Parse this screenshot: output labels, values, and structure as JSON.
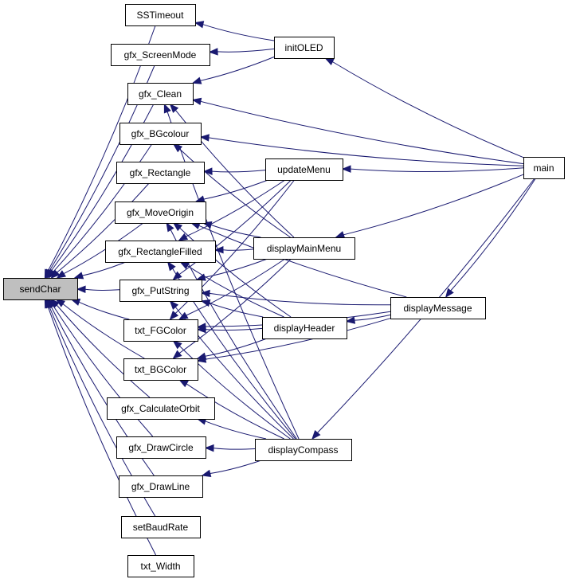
{
  "diagram": {
    "edge_color": "#191970",
    "focus_fill": "#bfbfbf",
    "nodes": {
      "sendChar": "sendChar",
      "SSTimeout": "SSTimeout",
      "gfx_ScreenMode": "gfx_ScreenMode",
      "gfx_Clean": "gfx_Clean",
      "gfx_BGcolour": "gfx_BGcolour",
      "gfx_Rectangle": "gfx_Rectangle",
      "gfx_MoveOrigin": "gfx_MoveOrigin",
      "gfx_RectangleFilled": "gfx_RectangleFilled",
      "gfx_PutString": "gfx_PutString",
      "txt_FGColor": "txt_FGColor",
      "txt_BGColor": "txt_BGColor",
      "gfx_CalculateOrbit": "gfx_CalculateOrbit",
      "gfx_DrawCircle": "gfx_DrawCircle",
      "gfx_DrawLine": "gfx_DrawLine",
      "setBaudRate": "setBaudRate",
      "txt_Width": "txt_Width",
      "initOLED": "initOLED",
      "updateMenu": "updateMenu",
      "displayMainMenu": "displayMainMenu",
      "displayHeader": "displayHeader",
      "displayMessage": "displayMessage",
      "displayCompass": "displayCompass",
      "main": "main"
    },
    "edges": [
      [
        "SSTimeout",
        "sendChar"
      ],
      [
        "gfx_ScreenMode",
        "sendChar"
      ],
      [
        "gfx_Clean",
        "sendChar"
      ],
      [
        "gfx_BGcolour",
        "sendChar"
      ],
      [
        "gfx_Rectangle",
        "sendChar"
      ],
      [
        "gfx_MoveOrigin",
        "sendChar"
      ],
      [
        "gfx_RectangleFilled",
        "sendChar"
      ],
      [
        "gfx_PutString",
        "sendChar"
      ],
      [
        "txt_FGColor",
        "sendChar"
      ],
      [
        "txt_BGColor",
        "sendChar"
      ],
      [
        "gfx_CalculateOrbit",
        "sendChar"
      ],
      [
        "gfx_DrawCircle",
        "sendChar"
      ],
      [
        "gfx_DrawLine",
        "sendChar"
      ],
      [
        "setBaudRate",
        "sendChar"
      ],
      [
        "txt_Width",
        "sendChar"
      ],
      [
        "initOLED",
        "SSTimeout"
      ],
      [
        "initOLED",
        "gfx_ScreenMode"
      ],
      [
        "initOLED",
        "gfx_Clean"
      ],
      [
        "main",
        "initOLED"
      ],
      [
        "main",
        "gfx_Clean"
      ],
      [
        "main",
        "gfx_BGcolour"
      ],
      [
        "main",
        "updateMenu"
      ],
      [
        "main",
        "displayMainMenu"
      ],
      [
        "main",
        "displayMessage"
      ],
      [
        "updateMenu",
        "gfx_Rectangle"
      ],
      [
        "updateMenu",
        "gfx_MoveOrigin"
      ],
      [
        "updateMenu",
        "gfx_RectangleFilled"
      ],
      [
        "updateMenu",
        "gfx_PutString"
      ],
      [
        "updateMenu",
        "txt_FGColor"
      ],
      [
        "displayMainMenu",
        "gfx_Clean"
      ],
      [
        "displayMainMenu",
        "gfx_BGcolour"
      ],
      [
        "displayMainMenu",
        "gfx_MoveOrigin"
      ],
      [
        "displayMainMenu",
        "gfx_RectangleFilled"
      ],
      [
        "displayMainMenu",
        "gfx_PutString"
      ],
      [
        "displayMainMenu",
        "txt_FGColor"
      ],
      [
        "displayMainMenu",
        "txt_BGColor"
      ],
      [
        "displayHeader",
        "gfx_MoveOrigin"
      ],
      [
        "displayHeader",
        "gfx_RectangleFilled"
      ],
      [
        "displayHeader",
        "gfx_PutString"
      ],
      [
        "displayHeader",
        "txt_FGColor"
      ],
      [
        "displayHeader",
        "txt_BGColor"
      ],
      [
        "displayMessage",
        "gfx_MoveOrigin"
      ],
      [
        "displayMessage",
        "gfx_PutString"
      ],
      [
        "displayMessage",
        "txt_FGColor"
      ],
      [
        "displayMessage",
        "txt_BGColor"
      ],
      [
        "displayMessage",
        "displayHeader"
      ],
      [
        "displayCompass",
        "gfx_Clean"
      ],
      [
        "displayCompass",
        "gfx_MoveOrigin"
      ],
      [
        "displayCompass",
        "gfx_RectangleFilled"
      ],
      [
        "displayCompass",
        "gfx_PutString"
      ],
      [
        "displayCompass",
        "txt_FGColor"
      ],
      [
        "displayCompass",
        "txt_BGColor"
      ],
      [
        "displayCompass",
        "gfx_CalculateOrbit"
      ],
      [
        "displayCompass",
        "gfx_DrawCircle"
      ],
      [
        "displayCompass",
        "gfx_DrawLine"
      ],
      [
        "main",
        "displayCompass"
      ]
    ]
  }
}
